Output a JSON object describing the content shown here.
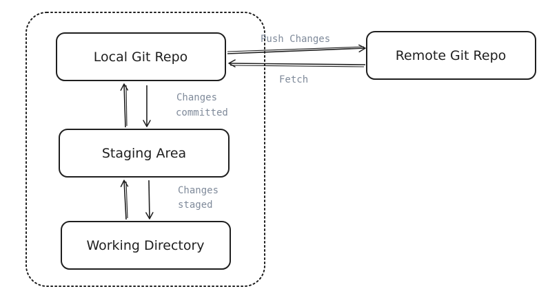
{
  "nodes": {
    "local_repo": "Local Git Repo",
    "remote_repo": "Remote Git Repo",
    "staging_area": "Staging Area",
    "working_directory": "Working Directory"
  },
  "edges": {
    "push": "Push Changes",
    "fetch": "Fetch",
    "committed_line1": "Changes",
    "committed_line2": "committed",
    "staged_line1": "Changes",
    "staged_line2": "staged"
  },
  "colors": {
    "stroke": "#1e1e1e",
    "edge_label": "#7f8a9a",
    "background": "#ffffff"
  }
}
